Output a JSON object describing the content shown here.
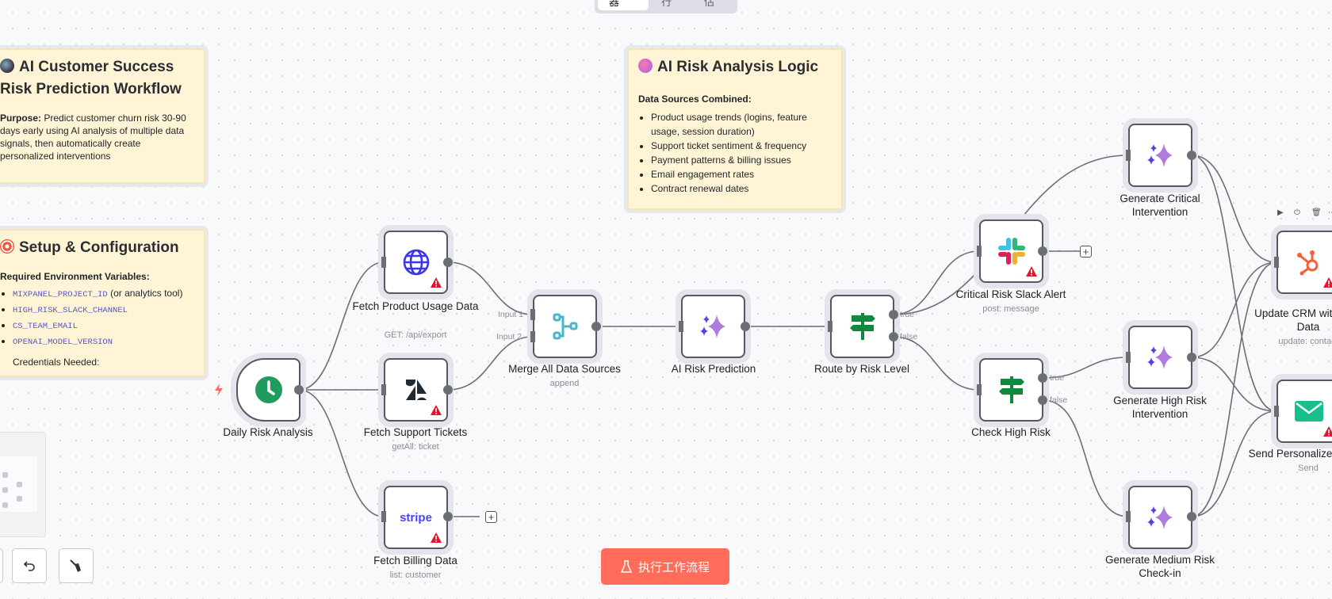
{
  "tabs": [
    {
      "label": "编辑器",
      "active": true
    },
    {
      "label": "执行"
    },
    {
      "label": "评估"
    }
  ],
  "notes": {
    "overview": {
      "title": "AI Customer Success Risk Prediction Workflow",
      "purpose_label": "Purpose:",
      "purpose_text": "Predict customer churn risk 30-90 days early using AI analysis of multiple data signals, then automatically create personalized interventions"
    },
    "setup": {
      "title": "Setup & Configuration",
      "env_heading": "Required Environment Variables:",
      "env_vars": [
        {
          "code": "MIXPANEL_PROJECT_ID",
          "suffix": " (or analytics tool)"
        },
        {
          "code": "HIGH_RISK_SLACK_CHANNEL"
        },
        {
          "code": "CS_TEAM_EMAIL"
        },
        {
          "code": "OPENAI_MODEL_VERSION"
        }
      ],
      "credentials_heading": "Credentials Needed:"
    },
    "logic": {
      "title": "AI Risk Analysis Logic",
      "heading": "Data Sources Combined:",
      "items": [
        "Product usage trends (logins, feature usage, session duration)",
        "Support ticket sentiment & frequency",
        "Payment patterns & billing issues",
        "Email engagement rates",
        "Contract renewal dates"
      ]
    }
  },
  "nodes": {
    "daily": {
      "label": "Daily Risk Analysis"
    },
    "product": {
      "label": "Fetch Product Usage Data",
      "sub": "GET: /api/export"
    },
    "tickets": {
      "label": "Fetch Support Tickets",
      "sub": "getAll: ticket"
    },
    "billing": {
      "label": "Fetch Billing Data",
      "sub": "list: customer",
      "icon_text": "stripe"
    },
    "merge": {
      "label": "Merge All Data Sources",
      "sub": "append",
      "input1": "Input 1",
      "input2": "Input 2"
    },
    "ai": {
      "label": "AI Risk Prediction"
    },
    "route": {
      "label": "Route by Risk Level",
      "true": "true",
      "false": "false"
    },
    "slack": {
      "label": "Critical Risk Slack Alert",
      "sub": "post: message"
    },
    "check": {
      "label": "Check High Risk",
      "true": "true",
      "false": "false"
    },
    "gen_critical": {
      "label": "Generate Critical Intervention"
    },
    "gen_high": {
      "label": "Generate High Risk Intervention"
    },
    "gen_medium": {
      "label": "Generate Medium Risk Check-in"
    },
    "crm": {
      "label": "Update CRM with Risk Data",
      "sub": "update: contact"
    },
    "send": {
      "label": "Send Personalized Email",
      "sub": "Send"
    }
  },
  "execute_button": "执行工作流程",
  "colors": {
    "accent": "#ff6d5a",
    "note_bg": "#fff5d6",
    "warning": "#e8112d",
    "if_green": "#0f8a3c",
    "ai_purple": "#a56ee0"
  }
}
